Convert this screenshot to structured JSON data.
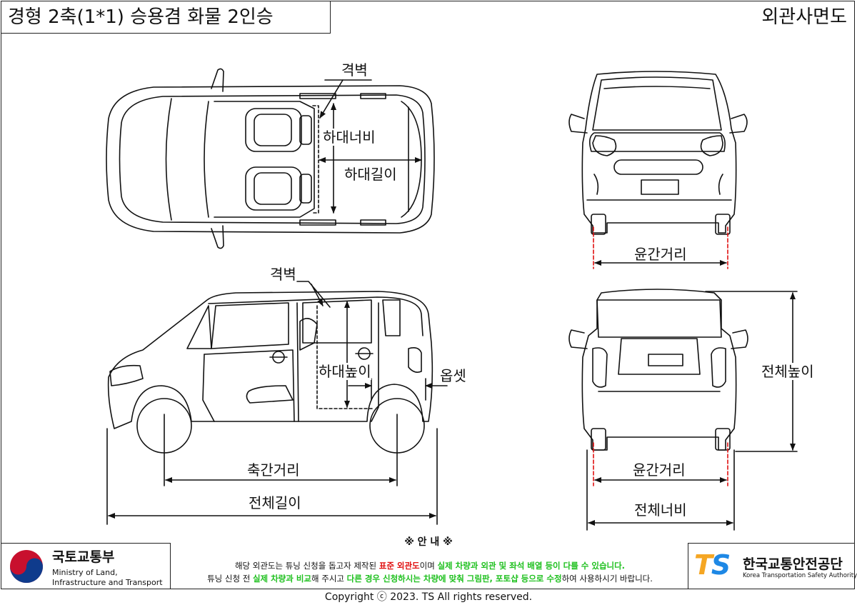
{
  "header": {
    "title": "경형 2축(1*1) 승용겸 화물 2인승",
    "view_name": "외관사면도"
  },
  "labels": {
    "partition_top": "격벽",
    "cargo_width": "하대너비",
    "cargo_length": "하대길이",
    "partition_side": "격벽",
    "cargo_height": "하대높이",
    "offset": "옵셋",
    "wheelbase": "축간거리",
    "overall_length": "전체길이",
    "track_front": "윤간거리",
    "track_rear": "윤간거리",
    "overall_height": "전체높이",
    "overall_width": "전체너비"
  },
  "notice": {
    "title": "※ 안    내 ※",
    "line1_a": "해당 외관도는 튜닝 신청을 돕고자 제작된 ",
    "line1_b": "표준 외관도",
    "line1_c": "이며 ",
    "line1_d": "실제 차량과 외관 및 좌석 배열 등이 다를 수 있습니다.",
    "line2_a": "튜닝 신청 전 ",
    "line2_b": "실제 차량과 비교",
    "line2_c": "해 주시고 ",
    "line2_d": "다른 경우 신청하시는 차량에 맞춰 그림판, 포토샵 등으로 수정",
    "line2_e": "하여 사용하시기 바랍니다."
  },
  "ministry": {
    "name_ko": "국토교통부",
    "name_en_1": "Ministry of Land,",
    "name_en_2": "Infrastructure and Transport",
    "logo_icon": "taegeuk-logo-icon"
  },
  "ts": {
    "logo_text": "TS",
    "name_ko": "한국교통안전공단",
    "name_en": "Korea Transportation Safety Authority",
    "color_orange": "#f5a623",
    "color_blue": "#1e88e5"
  },
  "footer": {
    "copyright": "Copyright ⓒ 2023. TS  All rights reserved."
  },
  "colors": {
    "line": "#111111",
    "dimension_red": "#e01010"
  }
}
